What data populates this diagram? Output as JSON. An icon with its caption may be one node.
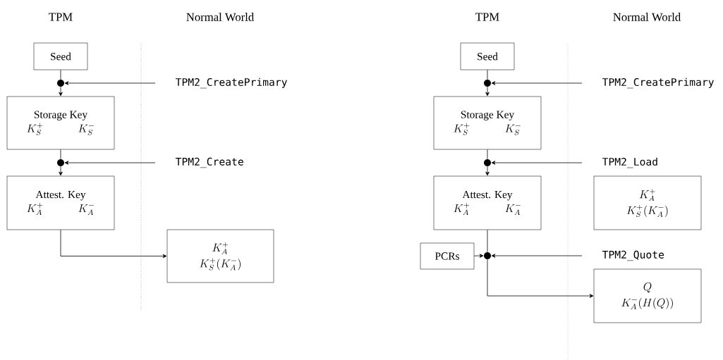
{
  "diagram": {
    "nodes": [
      {
        "text": [
          "Seed"
        ]
      },
      {
        "text": [],
        "shape": "circle"
      },
      {
        "text": [
          "TPM2_CreatePrimary"
        ]
      },
      {
        "text": [
          "Storage Key",
          "K_{S}^{+}",
          "K_{S}^{-}"
        ]
      },
      {
        "text": [],
        "shape": "circle"
      },
      {
        "text": [
          "TPM2_Create"
        ]
      },
      {
        "text": [
          "Attest. Key",
          "K_{A}^{+}",
          "K_{A}^{-}"
        ]
      },
      {
        "text": [
          "K_{A}^{+}",
          "K_{S}^{+}(K_{A}^{-})"
        ]
      },
      {
        "text": [
          "Seed"
        ]
      },
      {
        "text": [],
        "shape": "circle"
      },
      {
        "text": [
          "TPM2_CreatePrimary"
        ]
      },
      {
        "text": [
          "Storage Key",
          "K_{S}^{+}",
          "K_{S}^{-}"
        ]
      },
      {
        "text": [],
        "shape": "circle"
      },
      {
        "text": [
          "TPM2_Load"
        ]
      },
      {
        "text": [
          "Attest. Key",
          "K_{A}^{+}",
          "K_{A}^{-}"
        ]
      },
      {
        "text": [
          "K_{A}^{+}",
          "K_{S}^{+}(K_{A}^{-})"
        ]
      },
      {
        "text": [
          "PCRs"
        ]
      },
      {
        "text": [],
        "shape": "circle"
      },
      {
        "text": [
          "TPM2_Quote"
        ]
      },
      {
        "text": [
          "Q",
          "K_{A}^{-}(H(Q))"
        ]
      }
    ],
    "edges": [
      {
        "from": 0,
        "to": 1,
        "arrow": "none"
      },
      {
        "from": 2,
        "to": 1,
        "arrow": "to"
      },
      {
        "from": 1,
        "to": 3,
        "arrow": "to"
      },
      {
        "from": 3,
        "to": 4,
        "arrow": "none"
      },
      {
        "from": 5,
        "to": 4,
        "arrow": "to"
      },
      {
        "from": 4,
        "to": 6,
        "arrow": "to"
      },
      {
        "from": 6,
        "to": 7,
        "arrow": "to"
      },
      {
        "from": 8,
        "to": 9,
        "arrow": "none"
      },
      {
        "from": 10,
        "to": 9,
        "arrow": "to"
      },
      {
        "from": 9,
        "to": 11,
        "arrow": "to"
      },
      {
        "from": 11,
        "to": 12,
        "arrow": "none"
      },
      {
        "from": 13,
        "to": 12,
        "arrow": "to"
      },
      {
        "from": 12,
        "to": 14,
        "arrow": "to"
      },
      {
        "from": 14,
        "to": 17,
        "arrow": "none"
      },
      {
        "from": 16,
        "to": 17,
        "arrow": "to"
      },
      {
        "from": 18,
        "to": 17,
        "arrow": "to"
      },
      {
        "from": 17,
        "to": 19,
        "arrow": "to"
      }
    ],
    "labels": [
      "TPM",
      "Normal World",
      "TPM",
      "Normal World"
    ]
  }
}
